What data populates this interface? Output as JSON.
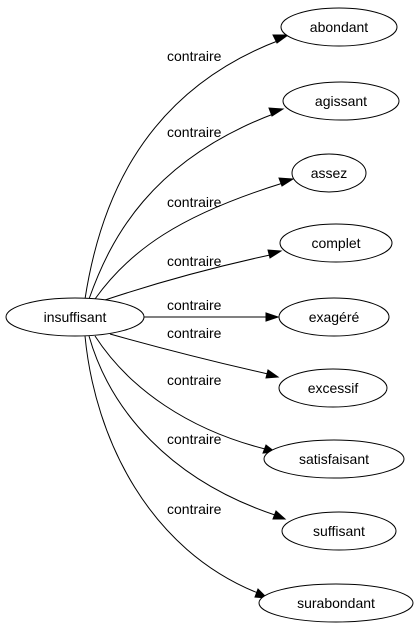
{
  "diagram": {
    "source": {
      "label": "insuffisant"
    },
    "edge_label": "contraire",
    "targets": [
      {
        "label": "abondant"
      },
      {
        "label": "agissant"
      },
      {
        "label": "assez"
      },
      {
        "label": "complet"
      },
      {
        "label": "exagéré"
      },
      {
        "label": "excessif"
      },
      {
        "label": "satisfaisant"
      },
      {
        "label": "suffisant"
      },
      {
        "label": "surabondant"
      }
    ]
  }
}
